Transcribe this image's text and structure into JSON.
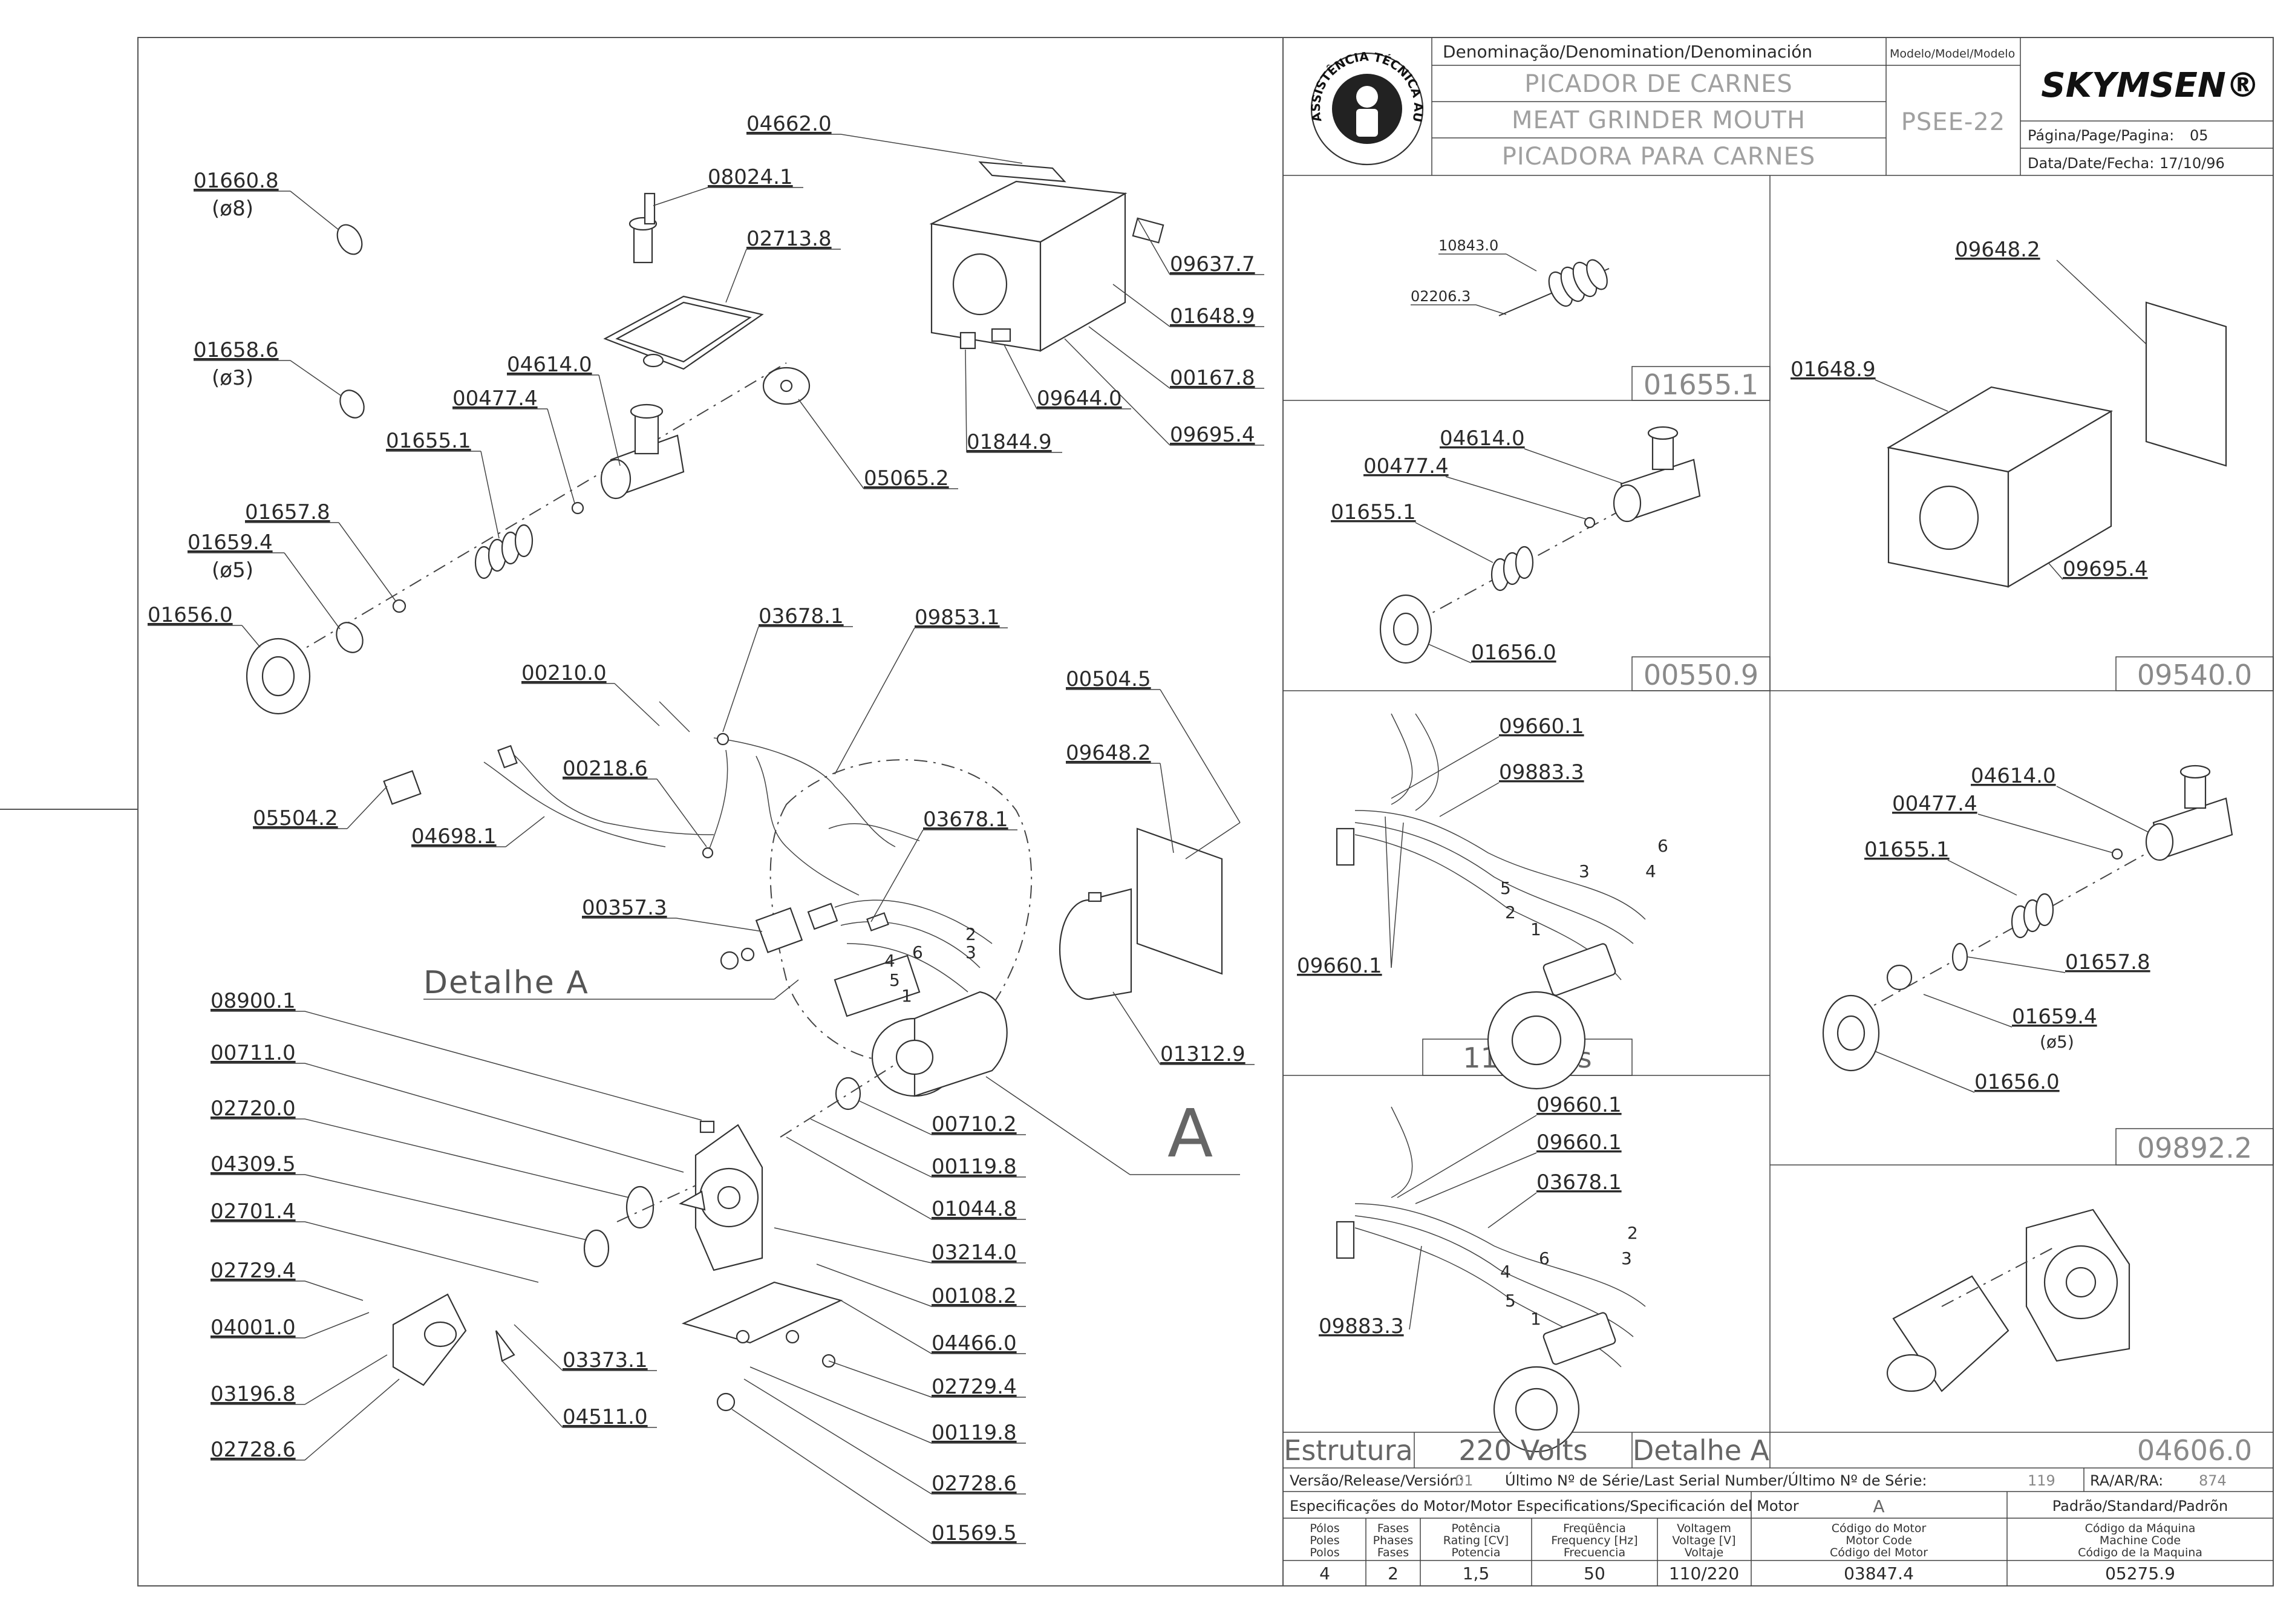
{
  "header": {
    "denomination_label": "Denominação/Denomination/Denominación",
    "name_pt": "PICADOR DE CARNES",
    "name_en": "MEAT GRINDER MOUTH",
    "name_es": "PICADORA PARA CARNES",
    "model_label": "Modelo/Model/Modelo",
    "model_value": "PSEE-22",
    "brand": "SKYMSEN®",
    "page_label": "Página/Page/Pagina:",
    "page_value": "05",
    "date_label": "Data/Date/Fecha:",
    "date_value": "17/10/96",
    "seal_text": "ASSISTÊNCIA TÉCNICA AUTORIZADA"
  },
  "main_parts": {
    "p01660_8": "01660.8",
    "p01660_8_size": "(ø8)",
    "p01658_6": "01658.6",
    "p01658_6_size": "(ø3)",
    "p01657_8": "01657.8",
    "p01659_4": "01659.4",
    "p01659_4_size": "(ø5)",
    "p01656_0": "01656.0",
    "p01655_1": "01655.1",
    "p00477_4": "00477.4",
    "p04614_0": "04614.0",
    "p08024_1": "08024.1",
    "p02713_8": "02713.8",
    "p04662_0": "04662.0",
    "p09637_7": "09637.7",
    "p01648_9": "01648.9",
    "p00167_8": "00167.8",
    "p09695_4": "09695.4",
    "p09644_0": "09644.0",
    "p01844_9": "01844.9",
    "p05065_2": "05065.2",
    "p03678_1": "03678.1",
    "p09853_1": "09853.1",
    "p00210_0": "00210.0",
    "p00218_6": "00218.6",
    "p05504_2": "05504.2",
    "p04698_1": "04698.1",
    "p03678_1b": "03678.1",
    "p00357_3": "00357.3",
    "detalhe_a": "Detalhe A",
    "p00504_5": "00504.5",
    "p09648_2": "09648.2",
    "p01312_9": "01312.9",
    "p08900_1": "08900.1",
    "p00711_0": "00711.0",
    "p02720_0": "02720.0",
    "p04309_5": "04309.5",
    "p02701_4": "02701.4",
    "p02729_4": "02729.4",
    "p04001_0": "04001.0",
    "p03196_8": "03196.8",
    "p02728_6": "02728.6",
    "p03373_1": "03373.1",
    "p04511_0": "04511.0",
    "p00710_2": "00710.2",
    "p00119_8": "00119.8",
    "p01044_8": "01044.8",
    "p03214_0": "03214.0",
    "p00108_2": "00108.2",
    "p04466_0": "04466.0",
    "p02729_4b": "02729.4",
    "p00119_8b": "00119.8",
    "p02728_6b": "02728.6",
    "p01569_5": "01569.5",
    "letter_a": "A",
    "wire_nums": [
      "2",
      "6",
      "3",
      "4",
      "5",
      "1"
    ]
  },
  "panels": {
    "kit_01655": {
      "code": "01655.1",
      "a": "10843.0",
      "b": "02206.3"
    },
    "kit_00550": {
      "code": "00550.9",
      "a": "04614.0",
      "b": "00477.4",
      "c": "01655.1",
      "d": "01656.0"
    },
    "kit_09540": {
      "code": "09540.0",
      "a": "09648.2",
      "b": "01648.9",
      "c": "09695.4"
    },
    "v110": {
      "title": "110 Volts",
      "a": "09660.1",
      "b": "09883.3",
      "c": "09660.1",
      "wires": [
        "6",
        "3",
        "4",
        "5",
        "2",
        "1"
      ]
    },
    "kit_09892": {
      "code": "09892.2",
      "a": "04614.0",
      "b": "00477.4",
      "c": "01655.1",
      "d": "01657.8",
      "e": "01659.4",
      "f": "(ø5)",
      "g": "01656.0"
    },
    "v220": {
      "a": "09660.1",
      "b": "09660.1",
      "c": "03678.1",
      "d": "09883.3",
      "wires": [
        "2",
        "6",
        "3",
        "4",
        "5",
        "1"
      ]
    },
    "kit_04606": {
      "code": "04606.0"
    },
    "bottom_row": {
      "estrutura": "Estrutura",
      "volts": "220 Volts",
      "detalhe": "Detalhe A"
    }
  },
  "footer": {
    "version_label": "Versão/Release/Versión:",
    "version_value": "01",
    "serial_label": "Último Nº de Série/Last Serial Number/Último Nº de Série:",
    "serial_value": "119",
    "ra_label": "RA/AR/RA:",
    "ra_value": "874",
    "motor_spec_label": "Especificações do Motor/Motor Especifications/Specificación del Motor",
    "col_a": "A",
    "standard_label": "Padrão/Standard/Padrõn",
    "headers": [
      [
        "Pólos",
        "Poles",
        "Polos"
      ],
      [
        "Fases",
        "Phases",
        "Fases"
      ],
      [
        "Potência",
        "Rating [CV]",
        "Potencia"
      ],
      [
        "Freqüência",
        "Frequency [Hz]",
        "Frecuencia"
      ],
      [
        "Voltagem",
        "Voltage [V]",
        "Voltaje"
      ],
      [
        "Código do Motor",
        "Motor Code",
        "Código del Motor"
      ],
      [
        "Código da Máquina",
        "Machine Code",
        "Código de la Maquina"
      ]
    ],
    "values": [
      "4",
      "2",
      "1,5",
      "50",
      "110/220",
      "03847.4",
      "05275.9"
    ]
  }
}
